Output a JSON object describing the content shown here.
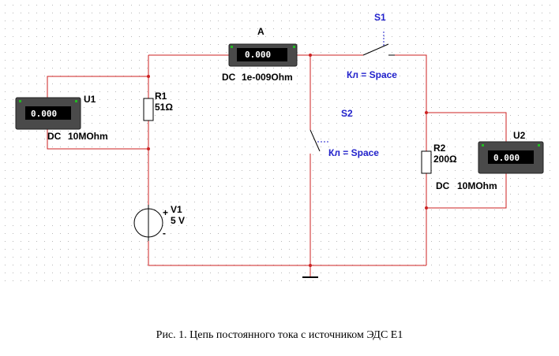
{
  "colors": {
    "wire": "#cc2222",
    "grid_dot": "#b8b8b8",
    "meter_body": "#4a4a4a",
    "meter_display": "#000000",
    "meter_text": "#ffffff",
    "switch_label": "#2222cc",
    "terminal": "#22bb22"
  },
  "components": {
    "ammeter": {
      "ref": "A",
      "reading": "0.000",
      "mode": "DC",
      "param": "1e-009Ohm"
    },
    "voltmeter1": {
      "ref": "U1",
      "reading": "0.000",
      "mode": "DC",
      "param": "10MOhm"
    },
    "voltmeter2": {
      "ref": "U2",
      "reading": "0.000",
      "mode": "DC",
      "param": "10MOhm"
    },
    "r1": {
      "ref": "R1",
      "value": "51Ω"
    },
    "r2": {
      "ref": "R2",
      "value": "200Ω"
    },
    "v1": {
      "ref": "V1",
      "value": "5 V",
      "plus": "+",
      "minus": "-"
    },
    "s1": {
      "ref": "S1",
      "key": "Кл = Space"
    },
    "s2": {
      "ref": "S2",
      "key": "Кл = Space"
    }
  },
  "caption": "Рис. 1. Цепь постоянного тока с источником ЭДС Е1"
}
